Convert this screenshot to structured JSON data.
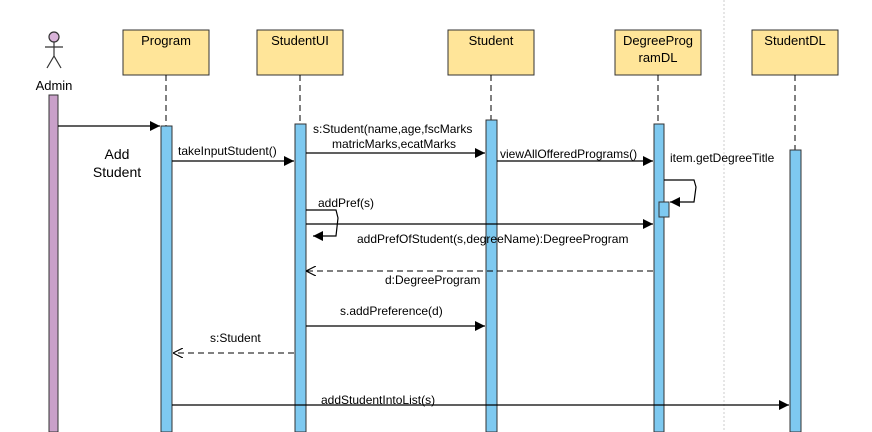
{
  "colors": {
    "participant_fill": "#ffe599",
    "participant_stroke": "#333333",
    "activation_fill": "#7ec9f0",
    "actor_fill": "#d9b3d9",
    "actor_bar": "#c9a0c9",
    "line": "#000000",
    "separator": "#cccccc"
  },
  "actor": {
    "name": "Admin",
    "icon": "stick-figure-icon"
  },
  "participants": [
    {
      "key": "program",
      "label": [
        "Program"
      ]
    },
    {
      "key": "studentui",
      "label": [
        "StudentUI"
      ]
    },
    {
      "key": "student",
      "label": [
        "Student"
      ]
    },
    {
      "key": "degreeprogramdl",
      "label": [
        "DegreeProg",
        "ramDL"
      ]
    },
    {
      "key": "studentdl",
      "label": [
        "StudentDL"
      ]
    }
  ],
  "notes": {
    "add_student": [
      "Add",
      "Student"
    ]
  },
  "messages": [
    {
      "key": "start",
      "label": []
    },
    {
      "key": "take-input",
      "label": [
        "takeInputStudent()"
      ]
    },
    {
      "key": "student-ctor",
      "label": [
        "s:Student(name,age,fscMarks",
        "matricMarks,ecatMarks"
      ]
    },
    {
      "key": "view-programs",
      "label": [
        "viewAllOfferedPrograms()"
      ]
    },
    {
      "key": "get-degree-title",
      "label": [
        "item.getDegreeTitle"
      ]
    },
    {
      "key": "add-pref",
      "label": [
        "addPref(s)"
      ]
    },
    {
      "key": "add-pref-of-student",
      "label": [
        "addPrefOfStudent(s,degreeName):DegreeProgram"
      ]
    },
    {
      "key": "return-degree-program",
      "label": [
        "d:DegreeProgram"
      ]
    },
    {
      "key": "add-preference",
      "label": [
        "s.addPreference(d)"
      ]
    },
    {
      "key": "return-student",
      "label": [
        "s:Student"
      ]
    },
    {
      "key": "add-student-into-list",
      "label": [
        "addStudentIntoList(s)"
      ]
    }
  ]
}
